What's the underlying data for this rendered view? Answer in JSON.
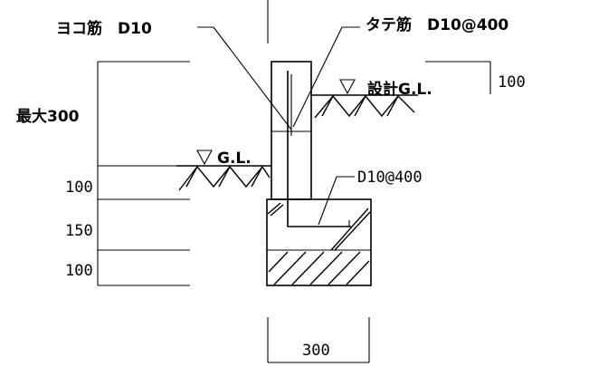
{
  "labels": {
    "horizontal_rebar": "ヨコ筋　D10",
    "vertical_rebar": "タテ筋　D10@400",
    "design_gl": "設計G.L.",
    "design_gl_dim": "100",
    "max_height": "最大300",
    "gl": "G.L.",
    "footing_rebar": "D10@400",
    "dim_100_upper": "100",
    "dim_150": "150",
    "dim_100_lower": "100",
    "width_dim": "300"
  }
}
